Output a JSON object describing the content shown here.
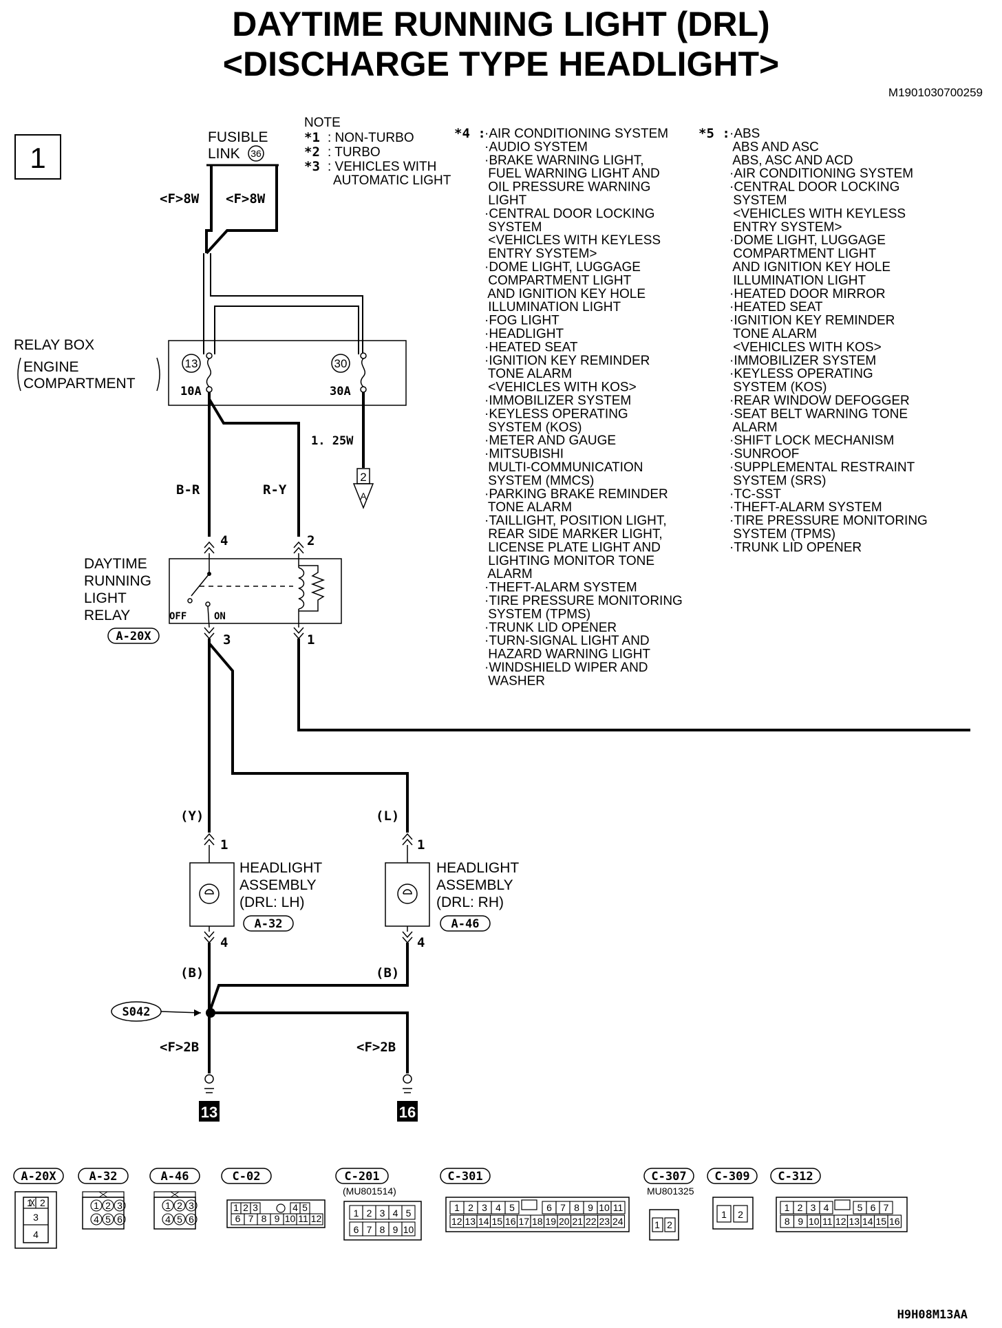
{
  "title": {
    "line1": "DAYTIME RUNNING LIGHT (DRL)",
    "line2": "<DISCHARGE TYPE HEADLIGHT>"
  },
  "diagram_id": "M1901030700259",
  "figure_id": "H9H08M13AA",
  "section_number": "1",
  "fusible_link": {
    "label1": "FUSIBLE",
    "label2": "LINK",
    "number": "36"
  },
  "wire_labels": {
    "f8w_left": "<F>8W",
    "f8w_right": "<F>8W",
    "w125": "1. 25W",
    "b_r": "B-R",
    "r_y": "R-Y",
    "y": "(Y)",
    "l": "(L)",
    "b_left": "(B)",
    "b_right": "(B)",
    "f2b_left": "<F>2B",
    "f2b_right": "<F>2B"
  },
  "note": {
    "header": "NOTE",
    "items": [
      {
        "mark": "*1",
        "text": ": NON-TURBO"
      },
      {
        "mark": "*2",
        "text": ": TURBO"
      },
      {
        "mark": "*3",
        "text": ": VEHICLES WITH",
        "cont": "AUTOMATIC LIGHT"
      }
    ]
  },
  "list4": {
    "mark": "*4 :",
    "lines": [
      "·AIR CONDITIONING SYSTEM",
      "·AUDIO SYSTEM",
      "·BRAKE WARNING LIGHT,",
      " FUEL WARNING LIGHT AND",
      " OIL PRESSURE WARNING",
      " LIGHT",
      "·CENTRAL DOOR LOCKING",
      " SYSTEM",
      " <VEHICLES WITH KEYLESS",
      " ENTRY SYSTEM>",
      "·DOME LIGHT, LUGGAGE",
      " COMPARTMENT LIGHT",
      " AND IGNITION KEY HOLE",
      " ILLUMINATION LIGHT",
      "·FOG LIGHT",
      "·HEADLIGHT",
      "·HEATED SEAT",
      "·IGNITION KEY REMINDER",
      " TONE ALARM",
      " <VEHICLES WITH KOS>",
      "·IMMOBILIZER SYSTEM",
      "·KEYLESS OPERATING",
      " SYSTEM (KOS)",
      "·METER AND GAUGE",
      "·MITSUBISHI",
      " MULTI-COMMUNICATION",
      " SYSTEM (MMCS)",
      "·PARKING BRAKE REMINDER",
      " TONE ALARM",
      "·TAILLIGHT, POSITION LIGHT,",
      " REAR SIDE MARKER LIGHT,",
      " LICENSE PLATE LIGHT AND",
      " LIGHTING MONITOR TONE",
      " ALARM",
      "·THEFT-ALARM SYSTEM",
      "·TIRE PRESSURE MONITORING",
      " SYSTEM (TPMS)",
      "·TRUNK LID OPENER",
      "·TURN-SIGNAL LIGHT AND",
      " HAZARD WARNING LIGHT",
      "·WINDSHIELD WIPER AND",
      " WASHER"
    ]
  },
  "list5": {
    "mark": "*5 :",
    "lines": [
      "·ABS",
      " ABS AND ASC",
      " ABS, ASC AND ACD",
      "·AIR CONDITIONING SYSTEM",
      "·CENTRAL DOOR LOCKING",
      " SYSTEM",
      " <VEHICLES WITH KEYLESS",
      " ENTRY SYSTEM>",
      "·DOME LIGHT, LUGGAGE",
      " COMPARTMENT LIGHT",
      " AND IGNITION KEY HOLE",
      " ILLUMINATION LIGHT",
      "·HEATED DOOR MIRROR",
      "·HEATED SEAT",
      "·IGNITION KEY REMINDER",
      " TONE ALARM",
      " <VEHICLES WITH KOS>",
      "·IMMOBILIZER SYSTEM",
      "·KEYLESS OPERATING",
      " SYSTEM (KOS)",
      "·REAR WINDOW DEFOGGER",
      "·SEAT BELT WARNING TONE",
      " ALARM",
      "·SHIFT LOCK MECHANISM",
      "·SUNROOF",
      "·SUPPLEMENTAL RESTRAINT",
      " SYSTEM (SRS)",
      "·TC-SST",
      "·THEFT-ALARM SYSTEM",
      "·TIRE PRESSURE MONITORING",
      " SYSTEM (TPMS)",
      "·TRUNK LID OPENER"
    ]
  },
  "relay_box": {
    "label1": "RELAY BOX",
    "label2": "ENGINE",
    "label3": "COMPARTMENT",
    "fuse_left": {
      "number": "13",
      "rating": "10A"
    },
    "fuse_right": {
      "number": "30",
      "rating": "30A"
    }
  },
  "ground_ref": {
    "number": "2",
    "letter": "A"
  },
  "drl_relay": {
    "label": [
      "DAYTIME",
      "RUNNING",
      "LIGHT",
      "RELAY"
    ],
    "connector": "A-20X",
    "pins": {
      "p4": "4",
      "p2": "2",
      "p3": "3",
      "p1": "1"
    },
    "off": "OFF",
    "on": "ON"
  },
  "headlight_lh": {
    "label": [
      "HEADLIGHT",
      "ASSEMBLY",
      "(DRL: LH)"
    ],
    "connector": "A-32",
    "pin_top": "1",
    "pin_bottom": "4"
  },
  "headlight_rh": {
    "label": [
      "HEADLIGHT",
      "ASSEMBLY",
      "(DRL: RH)"
    ],
    "connector": "A-46",
    "pin_top": "1",
    "pin_bottom": "4"
  },
  "splice": "S042",
  "grounds": {
    "left": "13",
    "right": "16"
  },
  "connectors": {
    "a20x": {
      "name": "A-20X",
      "pins": [
        "1",
        "2",
        "3",
        "4"
      ]
    },
    "a32": {
      "name": "A-32",
      "row1": [
        "1",
        "2",
        "3"
      ],
      "row2": [
        "4",
        "5",
        "6"
      ]
    },
    "a46": {
      "name": "A-46",
      "row1": [
        "1",
        "2",
        "3"
      ],
      "row2": [
        "4",
        "5",
        "6"
      ]
    },
    "c02": {
      "name": "C-02",
      "row1": [
        "1",
        "2",
        "3",
        "4",
        "5"
      ],
      "row2": [
        "6",
        "7",
        "8",
        "9",
        "10",
        "11",
        "12"
      ]
    },
    "c201": {
      "name": "C-201",
      "part": "(MU801514)",
      "row1": [
        "1",
        "2",
        "3",
        "4",
        "5"
      ],
      "row2": [
        "6",
        "7",
        "8",
        "9",
        "10"
      ]
    },
    "c301": {
      "name": "C-301",
      "row1": [
        "1",
        "2",
        "3",
        "4",
        "5",
        "6",
        "7",
        "8",
        "9",
        "10",
        "11"
      ],
      "row2": [
        "12",
        "13",
        "14",
        "15",
        "16",
        "17",
        "18",
        "19",
        "20",
        "21",
        "22",
        "23",
        "24"
      ]
    },
    "c307": {
      "name": "C-307",
      "part": "MU801325",
      "pins": [
        "1",
        "2"
      ]
    },
    "c309": {
      "name": "C-309",
      "pins": [
        "1",
        "2"
      ]
    },
    "c312": {
      "name": "C-312",
      "row1": [
        "1",
        "2",
        "3",
        "4",
        "5",
        "6",
        "7"
      ],
      "row2": [
        "8",
        "9",
        "10",
        "11",
        "12",
        "13",
        "14",
        "15",
        "16"
      ]
    }
  }
}
